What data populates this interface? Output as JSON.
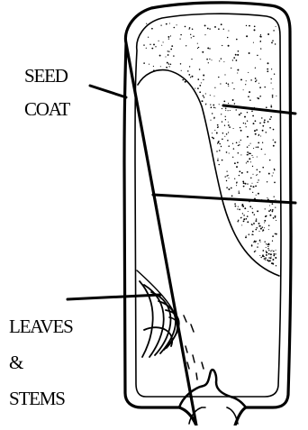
{
  "labels": {
    "seed_coat_1": "SEED",
    "seed_coat_2": "COAT",
    "leaves_1": "LEAVES",
    "leaves_2": "&",
    "leaves_3": "STEMS"
  },
  "colors": {
    "ink": "#000000",
    "background": "#ffffff"
  }
}
